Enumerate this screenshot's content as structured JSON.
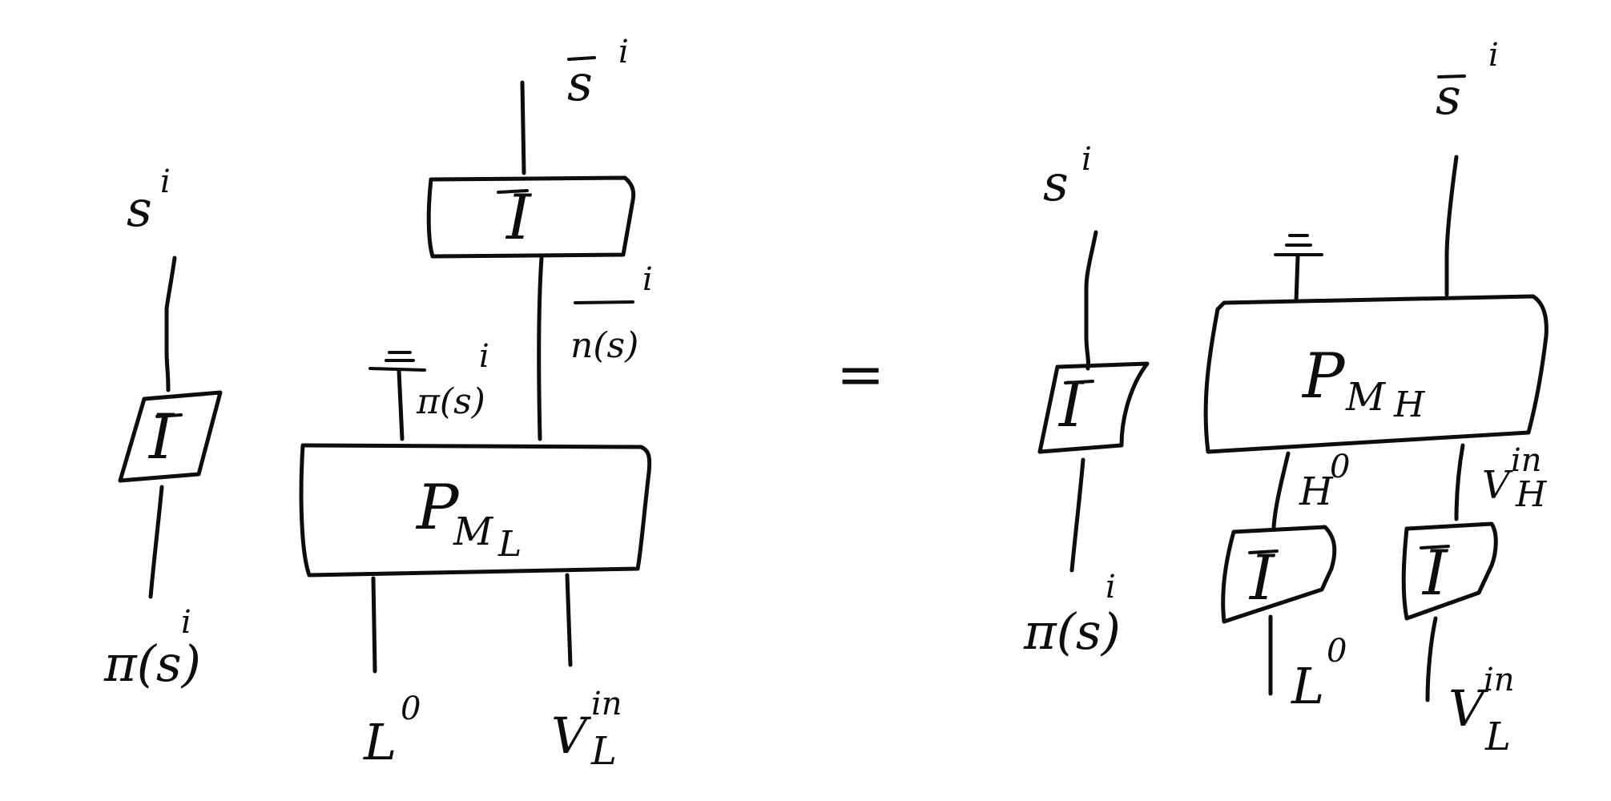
{
  "equation": {
    "equals": "=",
    "lhs": {
      "wire_s": {
        "name": "s",
        "sup": "i"
      },
      "wire_pi_s_bottom": {
        "name": "π(s)",
        "sup": "i"
      },
      "box_left_small": {
        "label": "I",
        "overline": true
      },
      "wire_s_bar": {
        "name": "s",
        "sup": "i",
        "overline": true
      },
      "box_top": {
        "label": "I",
        "overline": true
      },
      "wire_n_s": {
        "name": "n(s)",
        "sup": "i",
        "overline": true
      },
      "wire_pi_s_mid": {
        "name": "π(s)",
        "sup": "i"
      },
      "box_pml": {
        "label": "P",
        "sub": "M",
        "subsub": "L"
      },
      "wire_L0": {
        "name": "L",
        "sup": "0"
      },
      "wire_VLin": {
        "name": "V",
        "sub": "L",
        "sup": "in"
      }
    },
    "rhs": {
      "wire_s": {
        "name": "s",
        "sup": "i"
      },
      "wire_pi_s_bottom": {
        "name": "π(s)",
        "sup": "i"
      },
      "box_left_small": {
        "label": "I",
        "overline": true
      },
      "wire_s_bar": {
        "name": "s",
        "sup": "i",
        "overline": true
      },
      "box_pmh": {
        "label": "P",
        "sub": "M",
        "subsub": "H"
      },
      "wire_H0": {
        "name": "H",
        "sup": "0"
      },
      "wire_Vhin": {
        "name": "V",
        "sub": "H",
        "sup": "in"
      },
      "box_L": {
        "label": "I",
        "overline": true
      },
      "box_V": {
        "label": "I",
        "overline": true
      },
      "wire_L0": {
        "name": "L",
        "sup": "0"
      },
      "wire_VLin": {
        "name": "V",
        "sub": "L",
        "sup": "in"
      }
    }
  }
}
